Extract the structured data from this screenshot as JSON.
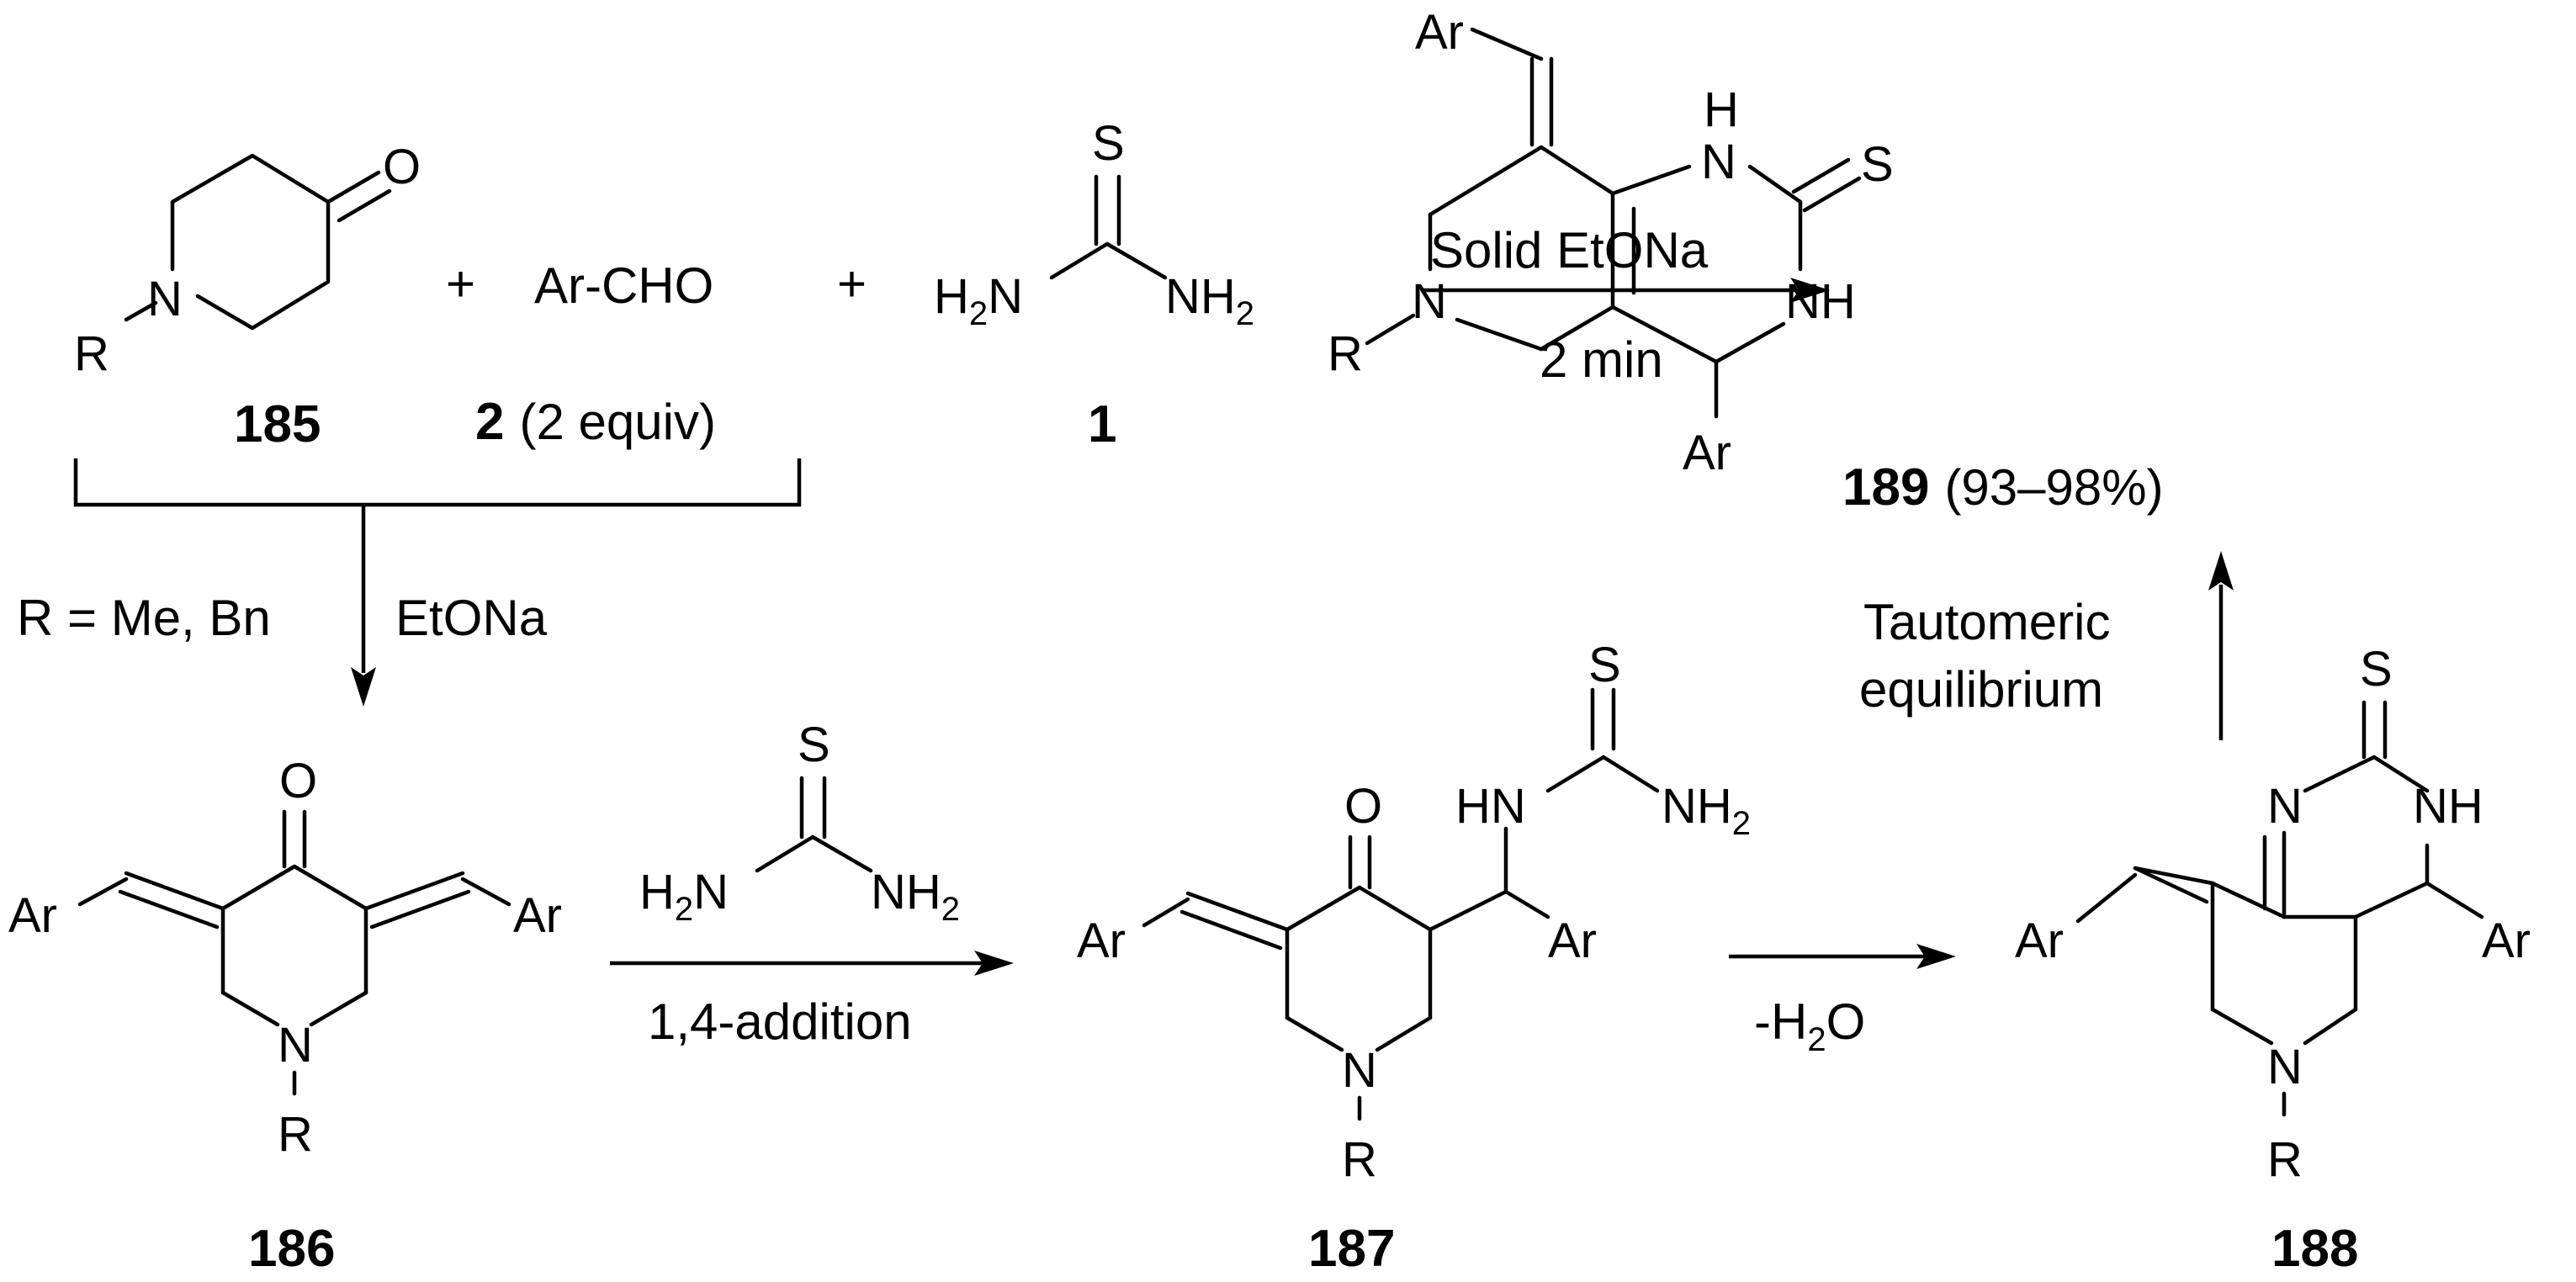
{
  "atoms": {
    "O": "O",
    "S": "S",
    "N": "N",
    "R": "R",
    "Ar": "Ar",
    "H": "H",
    "HN": "HN",
    "NH": "NH",
    "NH2_base": "NH",
    "H2N_H": "H",
    "H2N_N": "N",
    "sub2": "2",
    "H2O_prefix": "-H",
    "H2O_suffix": "O"
  },
  "reagents": {
    "ar_cho": "Ar-CHO",
    "plus": "+"
  },
  "compounds": {
    "c185": "185",
    "c2": "2",
    "c2_note": "(2 equiv)",
    "c1": "1",
    "c186": "186",
    "c187": "187",
    "c188": "188",
    "c189": "189",
    "c189_yield": "(93–98%)"
  },
  "conditions": {
    "top_above": "Solid EtONa",
    "top_below": "2 min",
    "r_groups": "R = Me, Bn",
    "base": "EtONa",
    "step2_below": "1,4-addition",
    "step3_below_prefix": "-H",
    "step3_below_sub": "2",
    "step3_below_suffix": "O",
    "taut_line1": "Tautomeric",
    "taut_line2": "equilibrium"
  }
}
